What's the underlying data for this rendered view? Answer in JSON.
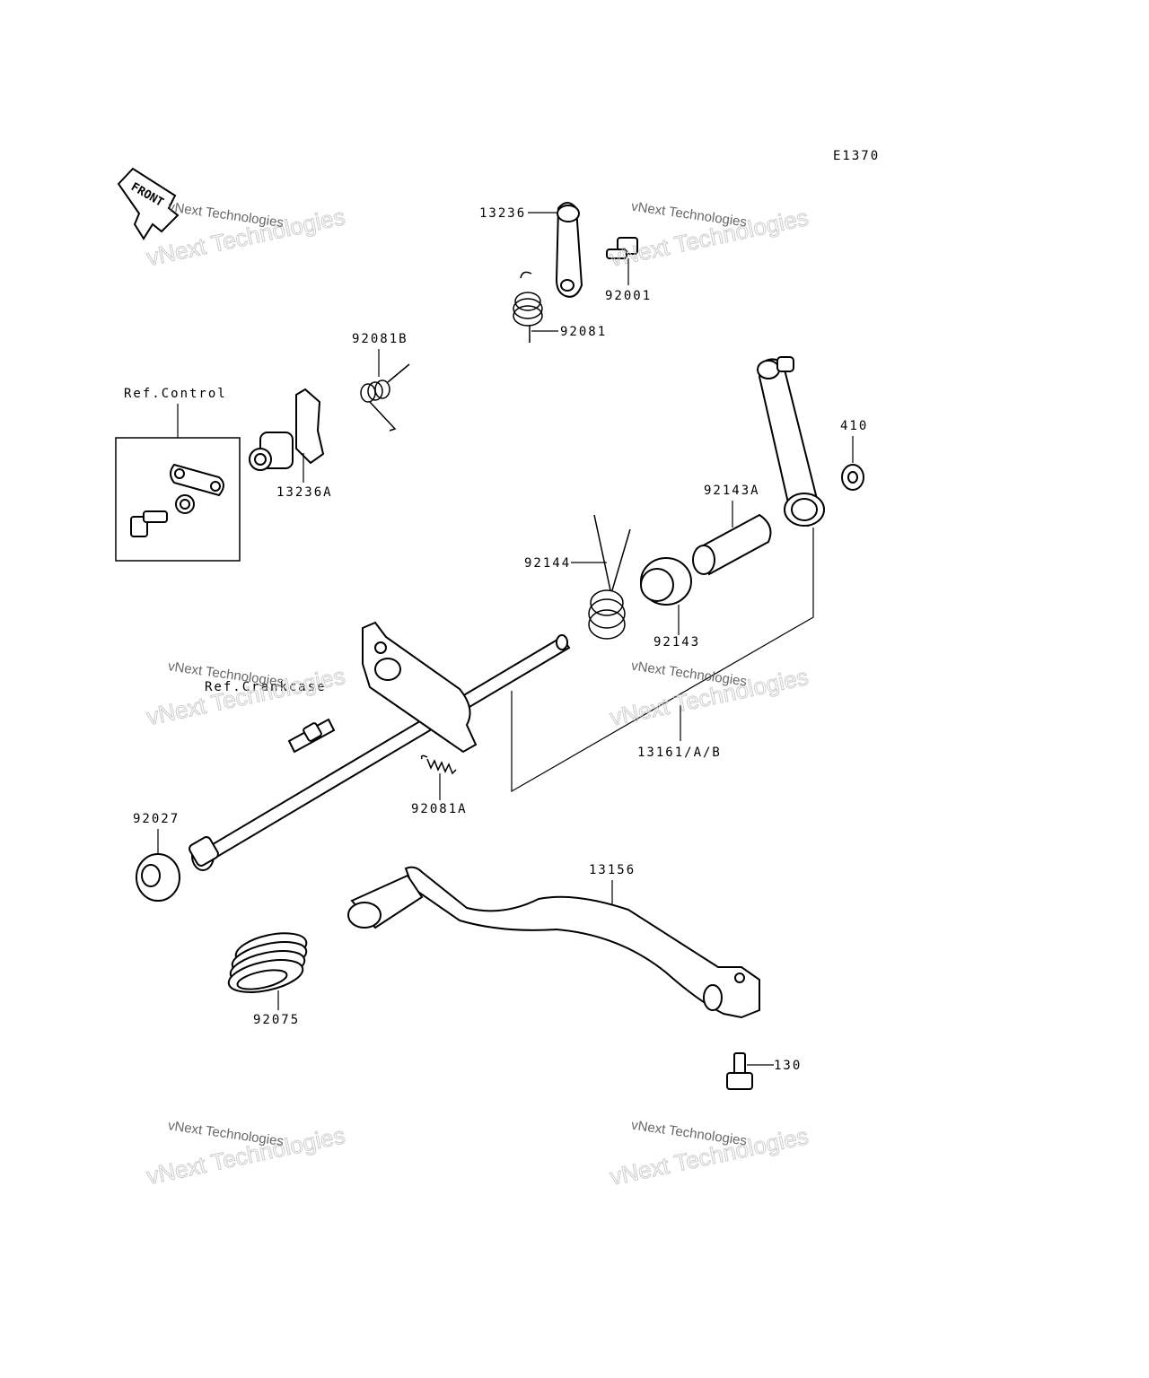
{
  "diagram_code": "E1370",
  "front_label": "FRONT",
  "ref_labels": {
    "control": "Ref.Control",
    "crankcase": "Ref.Crankcase"
  },
  "parts": {
    "p13236": "13236",
    "p92001": "92001",
    "p92081": "92081",
    "p92081B": "92081B",
    "p13236A": "13236A",
    "p410": "410",
    "p92143A": "92143A",
    "p92144": "92144",
    "p92143": "92143",
    "p13161": "13161/A/B",
    "p92081A": "92081A",
    "p92027": "92027",
    "p13156": "13156",
    "p92075": "92075",
    "p130": "130"
  },
  "watermark": {
    "line1": "vNext Technologies",
    "line2": "vNext Technologies"
  }
}
